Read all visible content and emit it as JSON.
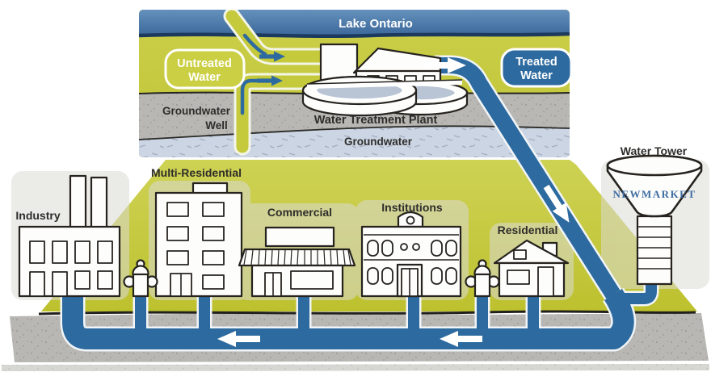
{
  "panel": {
    "lake_label": "Lake Ontario",
    "untreated_badge": {
      "line1": "Untreated",
      "line2": "Water"
    },
    "treated_badge": {
      "line1": "Treated",
      "line2": "Water"
    },
    "well_label": {
      "line1": "Groundwater",
      "line2": "Well"
    },
    "plant_label": "Water Treatment Plant",
    "groundwater_label": "Groundwater"
  },
  "city": {
    "buildings": [
      {
        "label": "Industry"
      },
      {
        "label": "Multi-Residential"
      },
      {
        "label": "Commercial"
      },
      {
        "label": "Institutions"
      },
      {
        "label": "Residential"
      }
    ],
    "water_tower": {
      "label": "Water Tower",
      "name": "NEWMARKET"
    }
  },
  "colors": {
    "pipe_blue": "#2d6a9f",
    "lake_blue": "#4a79a8",
    "untreated_green": "#c5c93c",
    "badge_green": "#cbcf44",
    "ground_gray": "#b8b7b3",
    "groundwater_blue": "#ccd5e3",
    "label_dark": "#2e2d2b"
  }
}
